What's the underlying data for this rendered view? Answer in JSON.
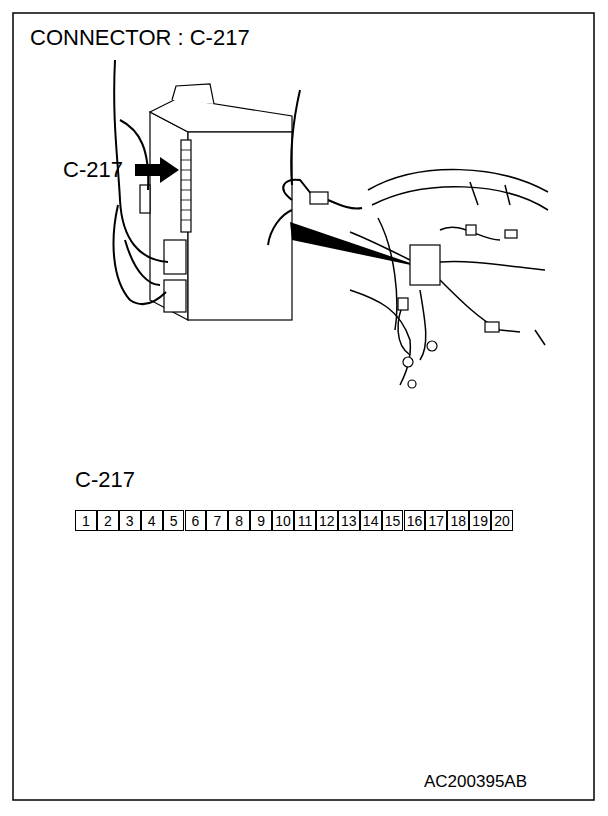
{
  "diagram": {
    "title": "CONNECTOR : C-217",
    "nodes": [
      {
        "text": [
          "1"
        ]
      },
      {
        "text": [
          "2"
        ]
      },
      {
        "text": [
          "3"
        ]
      },
      {
        "text": [
          "4"
        ]
      },
      {
        "text": [
          "5"
        ]
      },
      {
        "text": [
          "6"
        ]
      },
      {
        "text": [
          "7"
        ]
      },
      {
        "text": [
          "8"
        ]
      },
      {
        "text": [
          "9"
        ]
      },
      {
        "text": [
          "10"
        ]
      },
      {
        "text": [
          "11"
        ]
      },
      {
        "text": [
          "12"
        ]
      },
      {
        "text": [
          "13"
        ]
      },
      {
        "text": [
          "14"
        ]
      },
      {
        "text": [
          "15"
        ]
      },
      {
        "text": [
          "16"
        ]
      },
      {
        "text": [
          "17"
        ]
      },
      {
        "text": [
          "18"
        ]
      },
      {
        "text": [
          "19"
        ]
      },
      {
        "text": [
          "20"
        ]
      }
    ],
    "labels": [
      "C-217",
      "C-217",
      "AC200395AB"
    ]
  }
}
